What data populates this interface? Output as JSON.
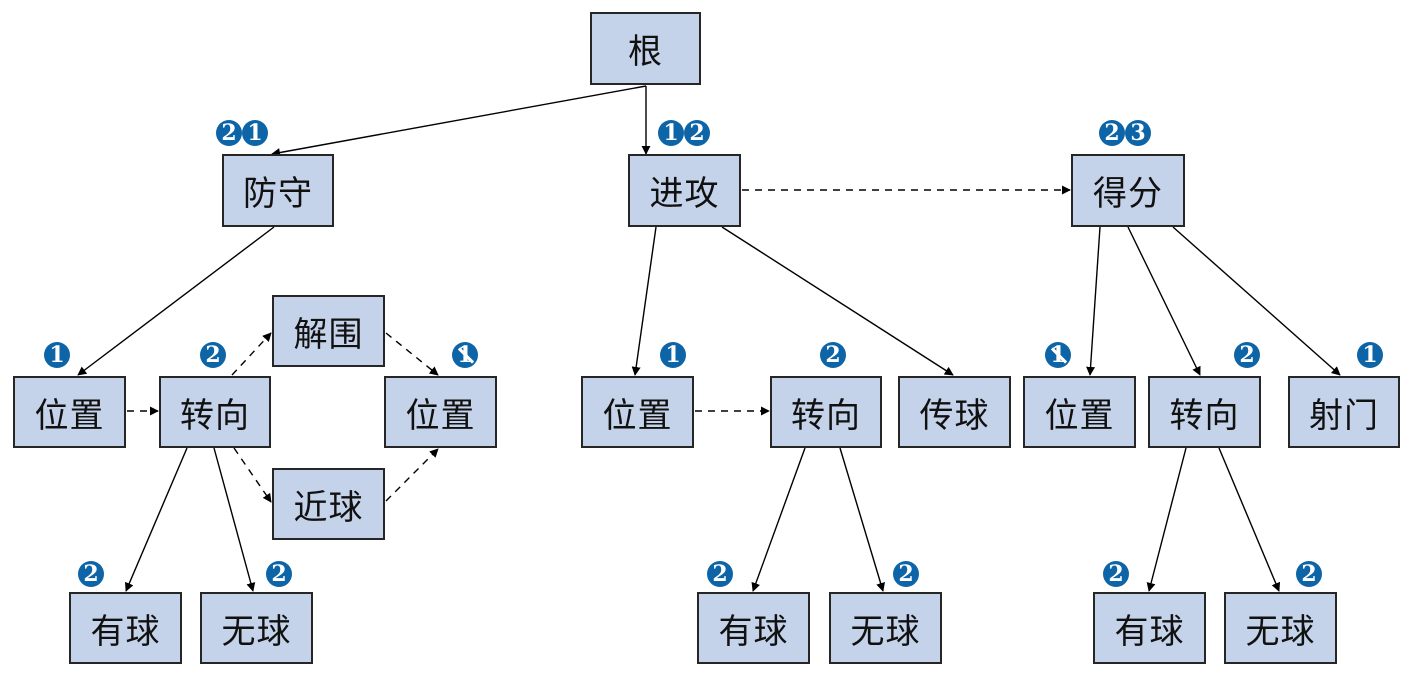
{
  "diagram": {
    "type": "tree",
    "colors": {
      "node_fill": "#c5d3ea",
      "node_border": "#262626",
      "badge_fill": "#0d64a6",
      "badge_text": "#ffffff",
      "edge": "#000000"
    },
    "nodes": [
      {
        "id": "root",
        "label": "根",
        "badges": []
      },
      {
        "id": "defend",
        "label": "防守",
        "badges": [
          {
            "value": "2"
          },
          {
            "value": "1"
          }
        ]
      },
      {
        "id": "attack",
        "label": "进攻",
        "badges": [
          {
            "value": "1"
          },
          {
            "value": "2"
          }
        ]
      },
      {
        "id": "score",
        "label": "得分",
        "badges": [
          {
            "value": "2"
          },
          {
            "value": "3"
          }
        ]
      },
      {
        "id": "def_pos1",
        "label": "位置",
        "badges": [
          {
            "value": "1"
          }
        ]
      },
      {
        "id": "def_turn",
        "label": "转向",
        "badges": [
          {
            "value": "2"
          }
        ]
      },
      {
        "id": "def_clear",
        "label": "解围",
        "badges": []
      },
      {
        "id": "def_near",
        "label": "近球",
        "badges": []
      },
      {
        "id": "def_pos2",
        "label": "位置",
        "badges": [
          {
            "value": "1",
            "struck": true
          }
        ]
      },
      {
        "id": "def_hasball",
        "label": "有球",
        "badges": [
          {
            "value": "2"
          }
        ]
      },
      {
        "id": "def_noball",
        "label": "无球",
        "badges": [
          {
            "value": "2"
          }
        ]
      },
      {
        "id": "att_pos",
        "label": "位置",
        "badges": [
          {
            "value": "1"
          }
        ]
      },
      {
        "id": "att_turn",
        "label": "转向",
        "badges": [
          {
            "value": "2"
          }
        ]
      },
      {
        "id": "att_pass",
        "label": "传球",
        "badges": []
      },
      {
        "id": "att_hasball",
        "label": "有球",
        "badges": [
          {
            "value": "2"
          }
        ]
      },
      {
        "id": "att_noball",
        "label": "无球",
        "badges": [
          {
            "value": "2"
          }
        ]
      },
      {
        "id": "sc_pos",
        "label": "位置",
        "badges": [
          {
            "value": "1",
            "struck": true
          }
        ]
      },
      {
        "id": "sc_turn",
        "label": "转向",
        "badges": [
          {
            "value": "2"
          }
        ]
      },
      {
        "id": "sc_shoot",
        "label": "射门",
        "badges": [
          {
            "value": "1"
          }
        ]
      },
      {
        "id": "sc_hasball",
        "label": "有球",
        "badges": [
          {
            "value": "2"
          }
        ]
      },
      {
        "id": "sc_noball",
        "label": "无球",
        "badges": [
          {
            "value": "2"
          }
        ]
      }
    ],
    "edges": [
      {
        "from": "root",
        "to": "defend",
        "style": "solid"
      },
      {
        "from": "root",
        "to": "attack",
        "style": "solid"
      },
      {
        "from": "attack",
        "to": "score",
        "style": "dashed"
      },
      {
        "from": "defend",
        "to": "def_pos1",
        "style": "solid"
      },
      {
        "from": "def_pos1",
        "to": "def_turn",
        "style": "dashed"
      },
      {
        "from": "def_turn",
        "to": "def_clear",
        "style": "dashed"
      },
      {
        "from": "def_turn",
        "to": "def_near",
        "style": "dashed"
      },
      {
        "from": "def_clear",
        "to": "def_pos2",
        "style": "dashed"
      },
      {
        "from": "def_near",
        "to": "def_pos2",
        "style": "dashed"
      },
      {
        "from": "def_turn",
        "to": "def_hasball",
        "style": "solid"
      },
      {
        "from": "def_turn",
        "to": "def_noball",
        "style": "solid"
      },
      {
        "from": "attack",
        "to": "att_pos",
        "style": "solid"
      },
      {
        "from": "attack",
        "to": "att_pass",
        "style": "solid"
      },
      {
        "from": "att_pos",
        "to": "att_turn",
        "style": "dashed"
      },
      {
        "from": "att_turn",
        "to": "att_hasball",
        "style": "solid"
      },
      {
        "from": "att_turn",
        "to": "att_noball",
        "style": "solid"
      },
      {
        "from": "score",
        "to": "sc_pos",
        "style": "solid"
      },
      {
        "from": "score",
        "to": "sc_turn",
        "style": "solid"
      },
      {
        "from": "score",
        "to": "sc_shoot",
        "style": "solid"
      },
      {
        "from": "sc_turn",
        "to": "sc_hasball",
        "style": "solid"
      },
      {
        "from": "sc_turn",
        "to": "sc_noball",
        "style": "solid"
      }
    ]
  }
}
